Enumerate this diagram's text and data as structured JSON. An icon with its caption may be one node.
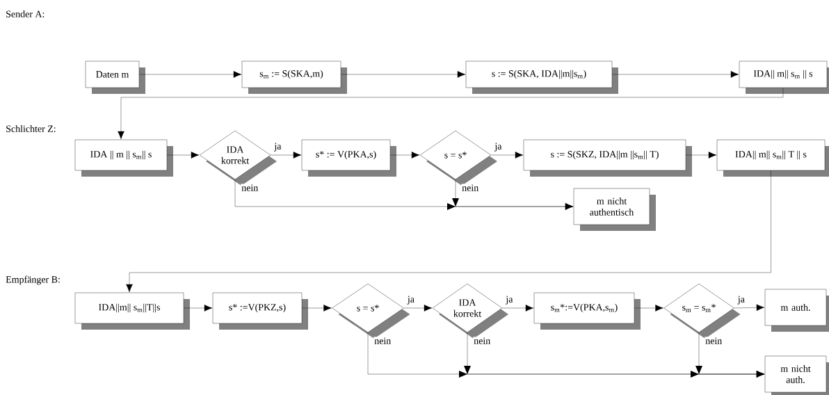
{
  "diagram": {
    "nodes": [
      {
        "text": [
          "Daten m"
        ]
      },
      {
        "text": [
          "s$_{m}$ := S(SKA,m)"
        ]
      },
      {
        "text": [
          "s := S(SKA, IDA||m||s$_{m}$)"
        ]
      },
      {
        "text": [
          "IDA|| m|| s$_{m}$ || s"
        ]
      },
      {
        "text": [
          "IDA || m || s$_{m}$|| s"
        ]
      },
      {
        "text": [
          "IDA korrekt"
        ]
      },
      {
        "text": [
          "s* := V(PKA,s)"
        ]
      },
      {
        "text": [
          "s = s*"
        ]
      },
      {
        "text": [
          "s := S(SKZ, IDA||m ||s$_{m}$|| T)"
        ]
      },
      {
        "text": [
          "IDA|| m|| s$_{m}$|| T || s"
        ]
      },
      {
        "text": [
          "m nicht authentisch"
        ]
      },
      {
        "text": [
          "IDA||m|| s$_{m}$||T||s"
        ]
      },
      {
        "text": [
          "s* :=V(PKZ,s)"
        ]
      },
      {
        "text": [
          "s = s*"
        ]
      },
      {
        "text": [
          "IDA korrekt"
        ]
      },
      {
        "text": [
          "s$_{m}$*:=V(PKA,s$_{m}$)"
        ]
      },
      {
        "text": [
          "s$_{m}$ = s$_{m}$*"
        ]
      },
      {
        "text": [
          "m auth."
        ]
      },
      {
        "text": [
          "m nicht auth."
        ]
      }
    ],
    "edges": [
      {
        "from": 0,
        "to": 1,
        "arrow": "to"
      },
      {
        "from": 1,
        "to": 2,
        "arrow": "to"
      },
      {
        "from": 2,
        "to": 3,
        "arrow": "to"
      },
      {
        "from": 3,
        "to": 4,
        "arrow": "to"
      },
      {
        "from": 4,
        "to": 5,
        "arrow": "to"
      },
      {
        "from": 5,
        "to": 6,
        "arrow": "to",
        "label": "ja"
      },
      {
        "from": 6,
        "to": 7,
        "arrow": "to"
      },
      {
        "from": 7,
        "to": 8,
        "arrow": "to",
        "label": "ja"
      },
      {
        "from": 8,
        "to": 9,
        "arrow": "to"
      },
      {
        "from": 5,
        "to": 10,
        "arrow": "to",
        "label": "nein"
      },
      {
        "from": 7,
        "to": 10,
        "arrow": "to",
        "label": "nein"
      },
      {
        "from": 9,
        "to": 11,
        "arrow": "to"
      },
      {
        "from": 11,
        "to": 12,
        "arrow": "to"
      },
      {
        "from": 12,
        "to": 13,
        "arrow": "to"
      },
      {
        "from": 13,
        "to": 14,
        "arrow": "to",
        "label": "ja"
      },
      {
        "from": 14,
        "to": 15,
        "arrow": "to",
        "label": "ja"
      },
      {
        "from": 15,
        "to": 16,
        "arrow": "to"
      },
      {
        "from": 16,
        "to": 17,
        "arrow": "to",
        "label": "ja"
      },
      {
        "from": 13,
        "to": 18,
        "arrow": "to",
        "label": "nein"
      },
      {
        "from": 14,
        "to": 18,
        "arrow": "to",
        "label": "nein"
      },
      {
        "from": 16,
        "to": 18,
        "arrow": "to",
        "label": "nein"
      }
    ],
    "labels": [
      "Sender A:",
      "Schlichter Z:",
      "Empfänger B:"
    ]
  }
}
